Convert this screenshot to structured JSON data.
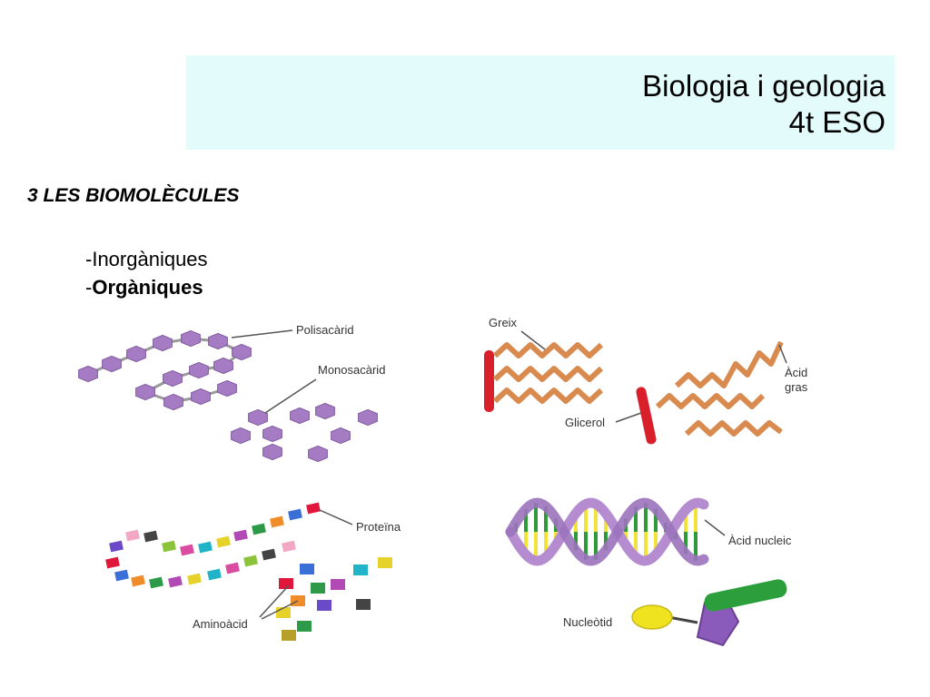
{
  "header": {
    "subject": "Biologia i geologia",
    "course": "4t ESO"
  },
  "section": {
    "heading": "3 LES BIOMOLÈCULES",
    "items": [
      {
        "prefix": "-",
        "text": "Inorgàniques"
      },
      {
        "prefix": "-",
        "text": "Orgàniques"
      }
    ]
  },
  "figure": {
    "labels": {
      "polysaccharide": "Polisacàrid",
      "monosaccharide": "Monosacàrid",
      "fat": "Greix",
      "fatty_acid_1": "Àcid",
      "fatty_acid_2": "gras",
      "glycerol": "Glicerol",
      "protein": "Proteïna",
      "amino_acid": "Aminoàcid",
      "nucleic_acid": "Àcid nucleic",
      "nucleotide": "Nucleòtid"
    },
    "colors": {
      "sugar": "#a57cc4",
      "fatty_acid": "#d98a4e",
      "glycerol": "#d81f2a",
      "dna_strand": "#b58cd0",
      "dna_base": "#f2e23a",
      "dna_base_2": "#2e9a3a",
      "phosphate": "#7a4aa8",
      "sugar_cyl": "#2c9e3c",
      "base_oval": "#efe21f"
    }
  }
}
